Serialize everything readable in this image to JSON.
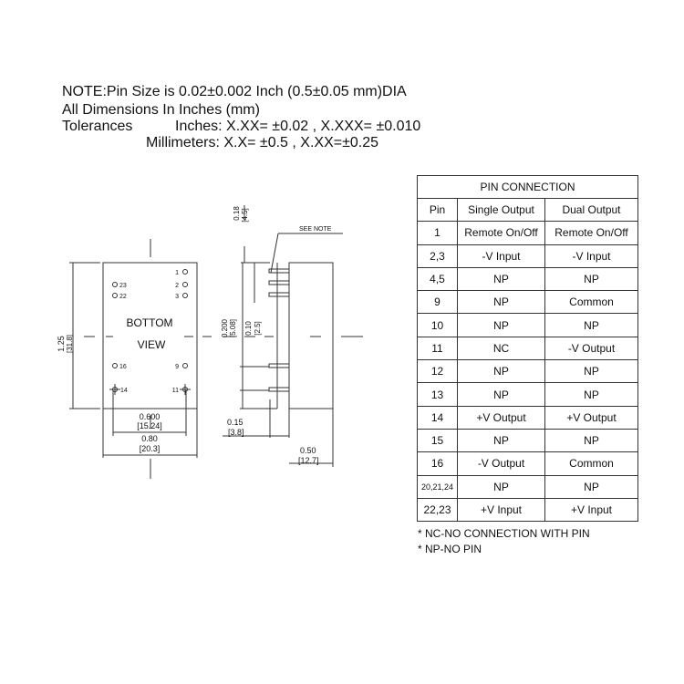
{
  "notes": {
    "line1": "NOTE:Pin Size is 0.02±0.002 Inch (0.5±0.05 mm)DIA",
    "line2": "All Dimensions In Inches (mm)",
    "line3_label": "Tolerances",
    "line3_value": "Inches: X.XX= ±0.02 , X.XXX= ±0.010",
    "line4": "Millimeters: X.X= ±0.5 , X.XX=±0.25"
  },
  "bottom_view": {
    "label_top": "BOTTOM",
    "label_bottom": "VIEW",
    "pins": {
      "p1": "1",
      "p2": "2",
      "p3": "3",
      "p23": "23",
      "p22": "22",
      "p16": "16",
      "p9": "9",
      "p14": "14",
      "p11": "11"
    },
    "dim_height_in": "1.25",
    "dim_height_mm": "[31.8]",
    "dim_pitch_in": "0.600",
    "dim_pitch_mm": "[15.24]",
    "dim_width_in": "0.80",
    "dim_width_mm": "[20.3]"
  },
  "side_view": {
    "see_note": "SEE NOTE",
    "dim_pinlen_in": "0.18",
    "dim_pinlen_mm": "[4.5]",
    "dim_span_in": "0.200",
    "dim_span_mm": "[5.08]",
    "dim_pitch_in": "0.10",
    "dim_pitch_mm": "[2.5]",
    "dim_offset_in": "0.15",
    "dim_offset_mm": "[3.8]",
    "dim_depth_in": "0.50",
    "dim_depth_mm": "[12.7]"
  },
  "pin_table": {
    "title": "PIN CONNECTION",
    "headers": [
      "Pin",
      "Single Output",
      "Dual Output"
    ],
    "rows": [
      [
        "1",
        "Remote On/Off",
        "Remote On/Off"
      ],
      [
        "2,3",
        "-V Input",
        "-V Input"
      ],
      [
        "4,5",
        "NP",
        "NP"
      ],
      [
        "9",
        "NP",
        "Common"
      ],
      [
        "10",
        "NP",
        "NP"
      ],
      [
        "11",
        "NC",
        "-V Output"
      ],
      [
        "12",
        "NP",
        "NP"
      ],
      [
        "13",
        "NP",
        "NP"
      ],
      [
        "14",
        "+V Output",
        "+V Output"
      ],
      [
        "15",
        "NP",
        "NP"
      ],
      [
        "16",
        "-V Output",
        "Common"
      ],
      [
        "20,21,24",
        "NP",
        "NP"
      ],
      [
        "22,23",
        "+V Input",
        "+V Input"
      ]
    ]
  },
  "footnotes": {
    "nc": "* NC-NO CONNECTION WITH PIN",
    "np": "* NP-NO PIN"
  }
}
